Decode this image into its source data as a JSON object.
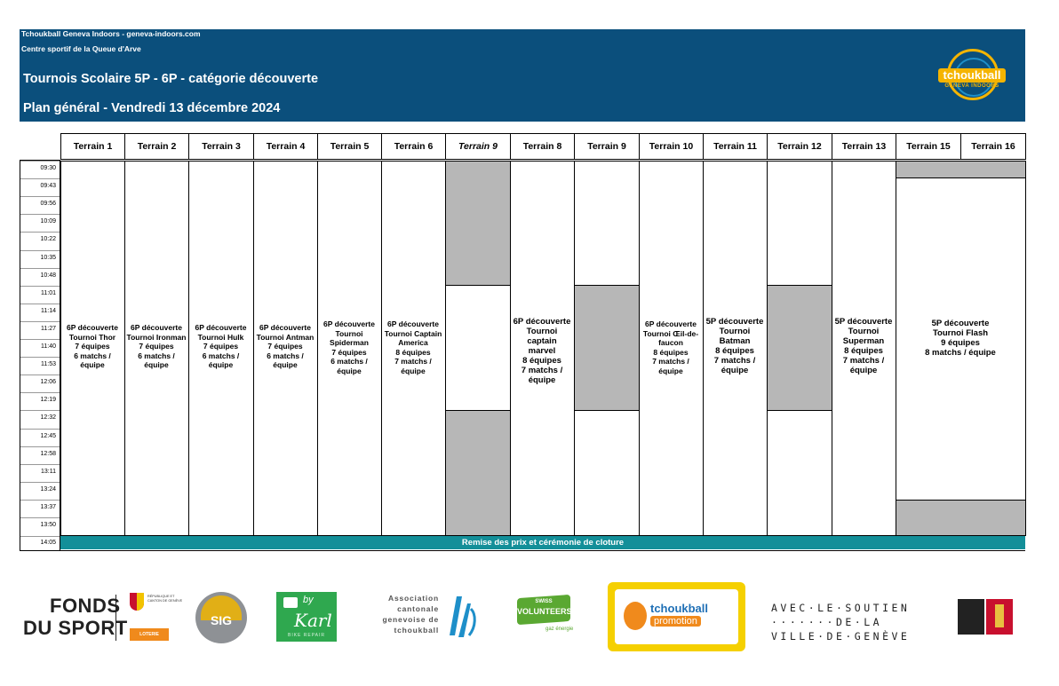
{
  "header": {
    "org_line": "Tchoukball Geneva Indoors - geneva-indoors.com",
    "venue_line": "Centre sportif de la Queue d'Arve",
    "title": "Tournois Scolaire 5P - 6P  - catégorie découverte",
    "subtitle": "Plan général - Vendredi 13 décembre 2024",
    "logo": {
      "name": "tchoukball",
      "sub": "GENEVA INDOORS"
    }
  },
  "columns": [
    {
      "label": "Terrain 1",
      "italic": false
    },
    {
      "label": "Terrain 2",
      "italic": false
    },
    {
      "label": "Terrain 3",
      "italic": false
    },
    {
      "label": "Terrain 4",
      "italic": false
    },
    {
      "label": "Terrain 5",
      "italic": false
    },
    {
      "label": "Terrain 6",
      "italic": false
    },
    {
      "label": "Terrain 9",
      "italic": true
    },
    {
      "label": "Terrain 8",
      "italic": false
    },
    {
      "label": "Terrain 9",
      "italic": false
    },
    {
      "label": "Terrain 10",
      "italic": false
    },
    {
      "label": "Terrain 11",
      "italic": false
    },
    {
      "label": "Terrain 12",
      "italic": false
    },
    {
      "label": "Terrain 13",
      "italic": false
    },
    {
      "label": "Terrain 15",
      "italic": false
    },
    {
      "label": "Terrain 16",
      "italic": false
    }
  ],
  "times": [
    "09:30",
    "09:43",
    "09:56",
    "10:09",
    "10:22",
    "10:35",
    "10:48",
    "11:01",
    "11:14",
    "11:27",
    "11:40",
    "11:53",
    "12:06",
    "12:19",
    "12:32",
    "12:45",
    "12:58",
    "13:11",
    "13:24",
    "13:37",
    "13:50",
    "14:05"
  ],
  "tournaments": [
    {
      "lines": [
        "6P découverte",
        "Tournoi Thor",
        "7 équipes",
        "6 matchs /",
        "équipe"
      ]
    },
    {
      "lines": [
        "6P découverte",
        "Tournoi Ironman",
        "7 équipes",
        "6 matchs /",
        "équipe"
      ]
    },
    {
      "lines": [
        "6P découverte",
        "Tournoi Hulk",
        "7 équipes",
        "6 matchs /",
        "équipe"
      ]
    },
    {
      "lines": [
        "6P découverte",
        "Tournoi Antman",
        "7 équipes",
        "6 matchs /",
        "équipe"
      ]
    },
    {
      "lines": [
        "6P découverte",
        "Tournoi",
        "Spiderman",
        "7 équipes",
        "6 matchs /",
        "équipe"
      ]
    },
    {
      "lines": [
        "6P découverte",
        "Tournoi Captain",
        "America",
        "8 équipes",
        "7 matchs /",
        "équipe"
      ]
    },
    {
      "lines": [
        "6P découverte",
        "Tournoi captain",
        "marvel",
        "8 équipes",
        "7 matchs /",
        "équipe"
      ]
    },
    {
      "lines": [
        "6P découverte",
        "Tournoi Œil-de-",
        "faucon",
        "8 équipes",
        "7 matchs /",
        "équipe"
      ]
    },
    {
      "lines": [
        "5P découverte",
        "Tournoi",
        "Batman",
        "8 équipes",
        "7 matchs /",
        "équipe"
      ]
    },
    {
      "lines": [
        "5P découverte",
        "Tournoi",
        "Superman",
        "8 équipes",
        "7 matchs /",
        "équipe"
      ]
    },
    {
      "lines": [
        "5P découverte",
        "Tournoi Flash",
        "9 équipes",
        "8 matchs / équipe"
      ]
    }
  ],
  "ceremony": "Remise des prix et cérémonie de cloture",
  "sponsors": {
    "fonds_sport": {
      "line1": "FONDS",
      "line2": "DU SPORT",
      "canton": "RÉPUBLIQUE ET CANTON DE GENÈVE",
      "loterie": "LOTERIE ROMANDE"
    },
    "sig": "SIG",
    "bykarl": {
      "by": "by",
      "name": "Karl",
      "sub": "BIKE REPAIR"
    },
    "association": [
      "Association",
      "cantonale",
      "genevoise de",
      "tchoukball"
    ],
    "volunteers": {
      "line1": "SWISS",
      "line2": "VOLUNTEERS",
      "line3": "gaz énergie"
    },
    "promotion": {
      "line1": "tchoukball",
      "line2": "promotion"
    },
    "ville": [
      "AVEC·LE·SOUTIEN",
      "·······DE·LA",
      "VILLE·DE·GENÈVE"
    ]
  },
  "colors": {
    "header_bg": "#0b4f7c",
    "grey_block": "#b7b7b7",
    "ceremony_bg": "#138f99",
    "brand_yellow": "#f5b400"
  }
}
